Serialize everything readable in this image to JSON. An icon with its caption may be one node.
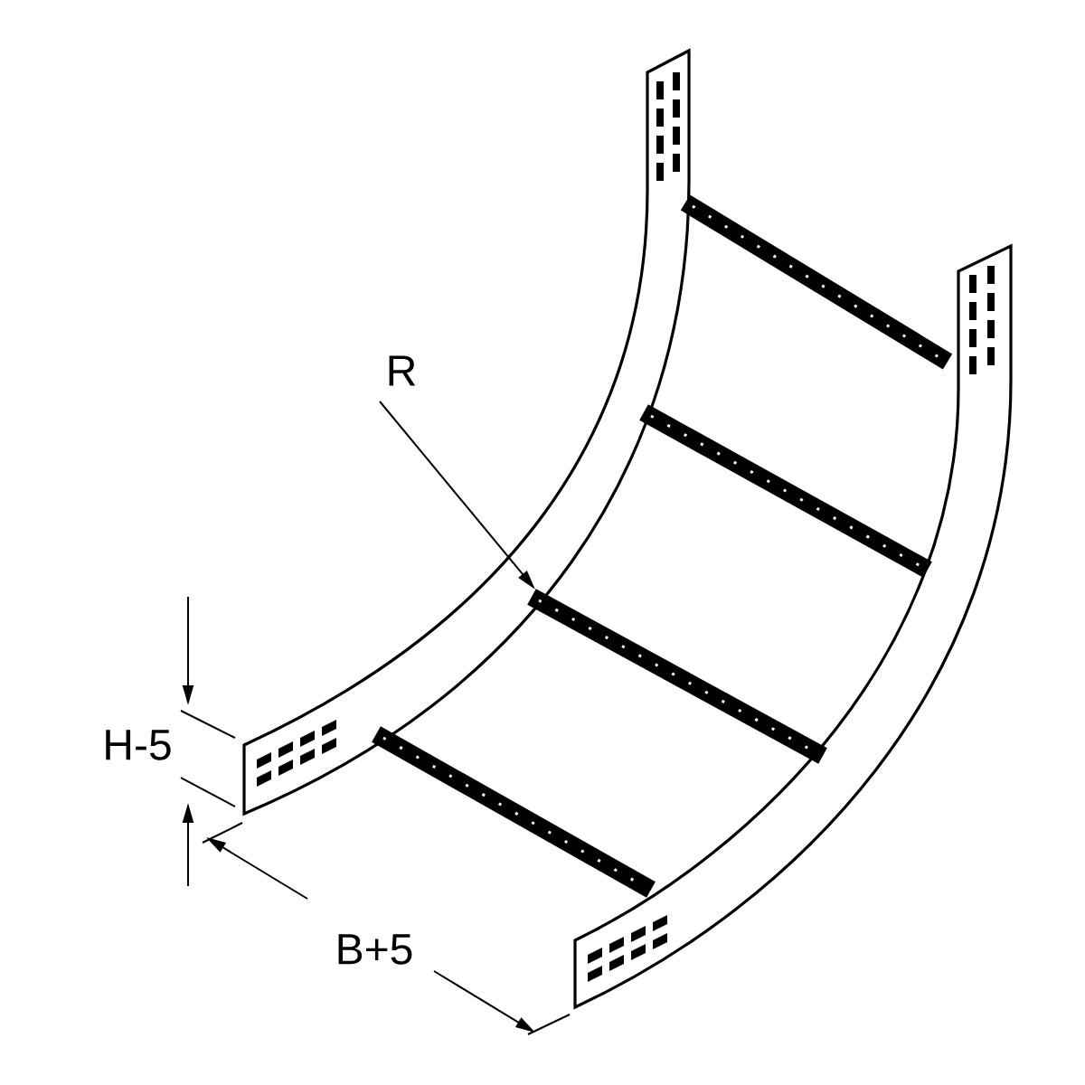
{
  "diagram": {
    "labels": [
      "R",
      "H-5",
      "B+5"
    ]
  }
}
